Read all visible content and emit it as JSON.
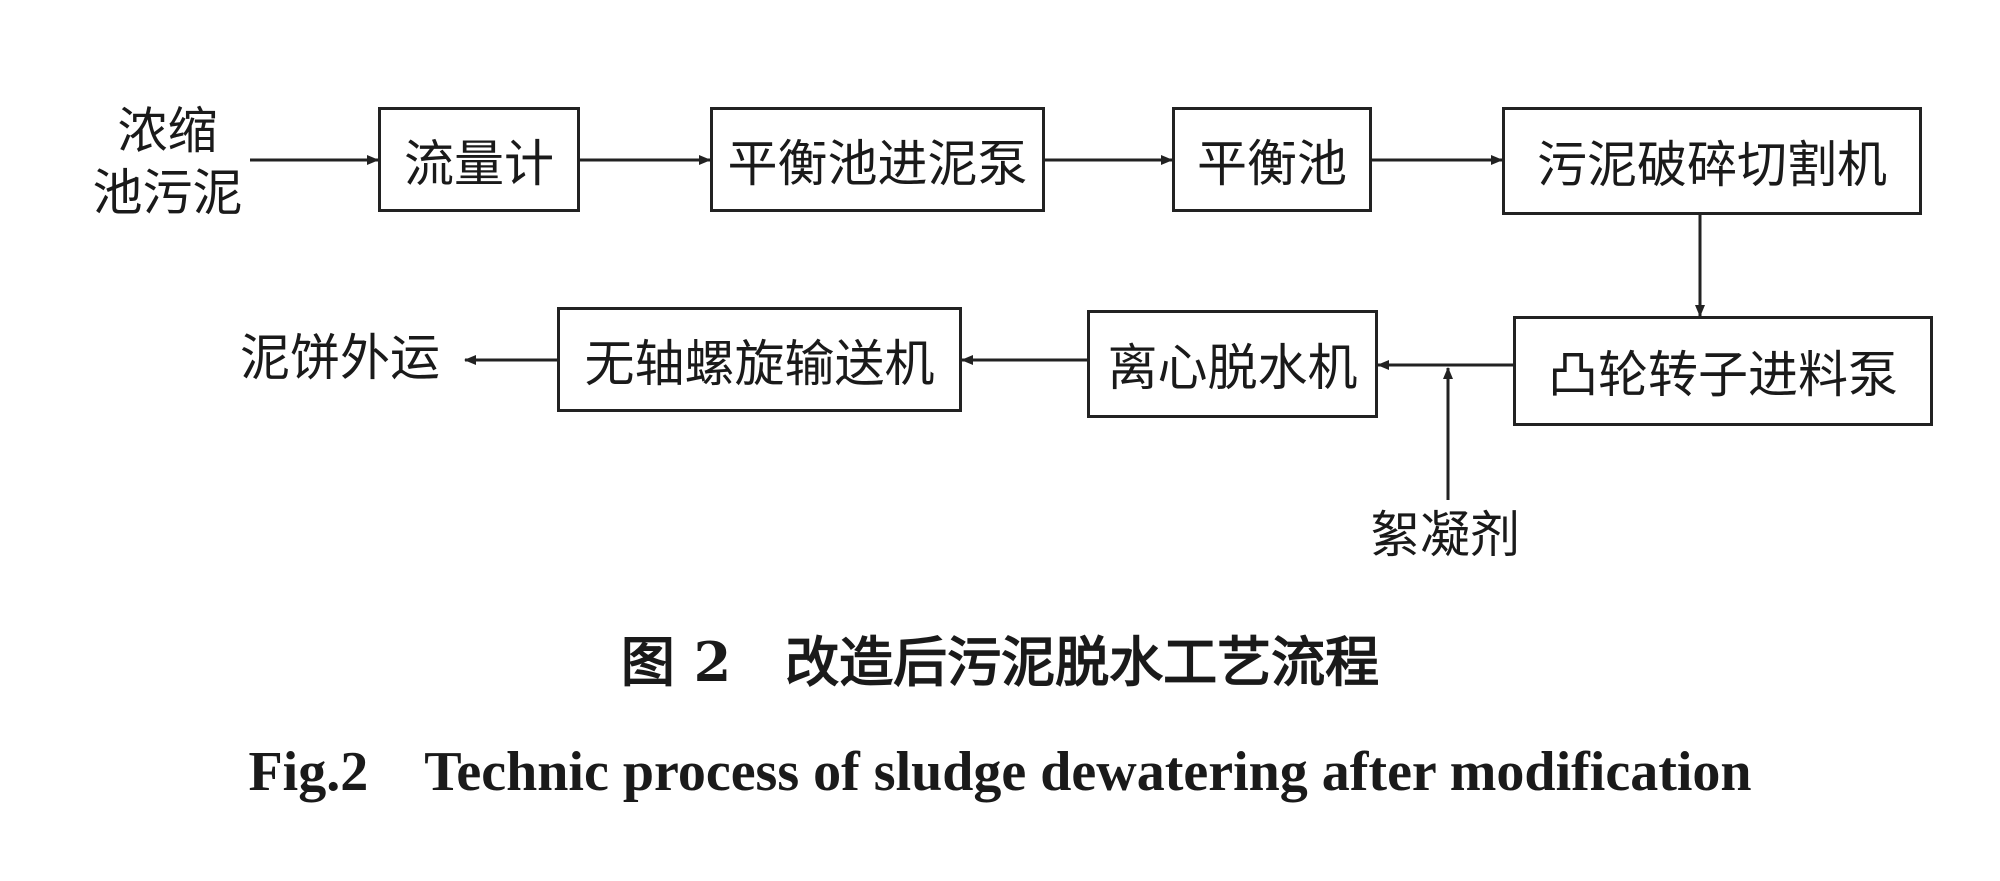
{
  "diagram": {
    "input_source": [
      "浓缩",
      "池污泥"
    ],
    "nodes": {
      "flowmeter": "流量计",
      "balance_pump": "平衡池进泥泵",
      "balance_tank": "平衡池",
      "crusher": "污泥破碎切割机",
      "cam_pump": "凸轮转子进料泵",
      "centrifuge": "离心脱水机",
      "conveyor": "无轴螺旋输送机"
    },
    "output": "泥饼外运",
    "additive": "絮凝剂",
    "edges": [
      [
        "input_source",
        "flowmeter"
      ],
      [
        "flowmeter",
        "balance_pump"
      ],
      [
        "balance_pump",
        "balance_tank"
      ],
      [
        "balance_tank",
        "crusher"
      ],
      [
        "crusher",
        "cam_pump"
      ],
      [
        "cam_pump",
        "centrifuge"
      ],
      [
        "additive",
        "centrifuge"
      ],
      [
        "centrifuge",
        "conveyor"
      ],
      [
        "conveyor",
        "output"
      ]
    ]
  },
  "caption": {
    "cn": "图 2　改造后污泥脱水工艺流程",
    "en": "Fig.2　Technic process of sludge dewatering after modification"
  },
  "colors": {
    "stroke": "#222222",
    "text": "#1a1a1a",
    "background": "#ffffff"
  }
}
